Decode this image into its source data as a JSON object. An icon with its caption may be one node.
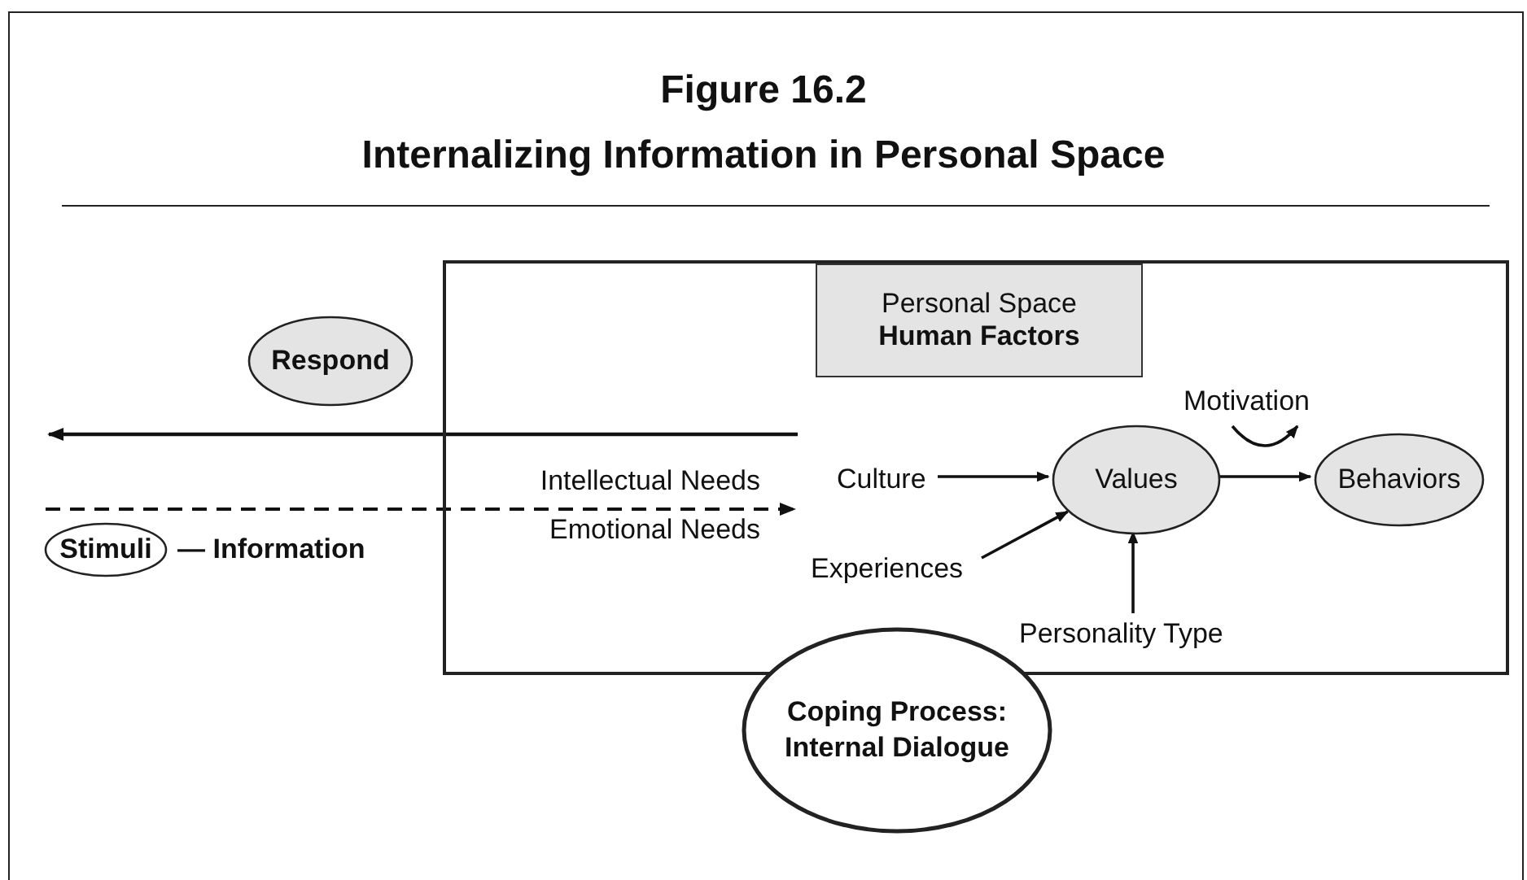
{
  "diagram": {
    "title": "Figure 16.2 Internalizing Information in Personal Space",
    "nodes": [
      {
        "text": [],
        "shape": "box"
      },
      {
        "text": [
          "Personal Space",
          "Human Factors"
        ],
        "in": 0
      },
      {
        "text": [
          "Respond"
        ]
      },
      {
        "text": [
          "Stimuli"
        ],
        "beside": [
          "— Information"
        ]
      },
      {
        "text": [
          "Culture"
        ],
        "in": 0
      },
      {
        "text": [
          "Values"
        ],
        "in": 0
      },
      {
        "text": [
          "Behaviors"
        ],
        "in": 0
      },
      {
        "text": [
          "Experiences"
        ],
        "in": 0
      },
      {
        "text": [
          "Personality Type"
        ],
        "in": 0
      },
      {
        "text": [
          "Coping Process: Internal Dialogue"
        ]
      }
    ],
    "edges": [
      {
        "from": 4,
        "to": 5,
        "arrow": "to"
      },
      {
        "from": 7,
        "to": 5,
        "arrow": "to"
      },
      {
        "from": 8,
        "to": 5,
        "arrow": "to"
      },
      {
        "from": 5,
        "to": 6,
        "arrow": "to"
      }
    ],
    "labels": [
      "Motivation",
      "Intellectual Needs",
      "Emotional Needs"
    ]
  }
}
